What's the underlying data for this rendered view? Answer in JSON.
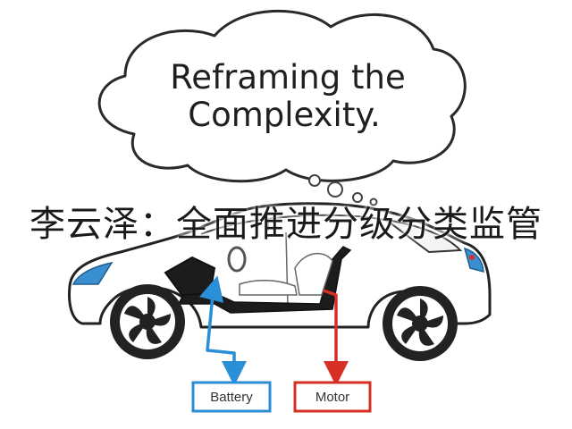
{
  "bubble": {
    "line1": "Reframing the",
    "line2": "Complexity."
  },
  "overlay_title": "李云泽：全面推进分级分类监管",
  "labels": {
    "battery": "Battery",
    "motor": "Motor"
  },
  "colors": {
    "battery_arrow": "#2a8fd6",
    "motor_arrow": "#d62f26",
    "headlight": "#3a8fd0",
    "outline": "#222222"
  }
}
